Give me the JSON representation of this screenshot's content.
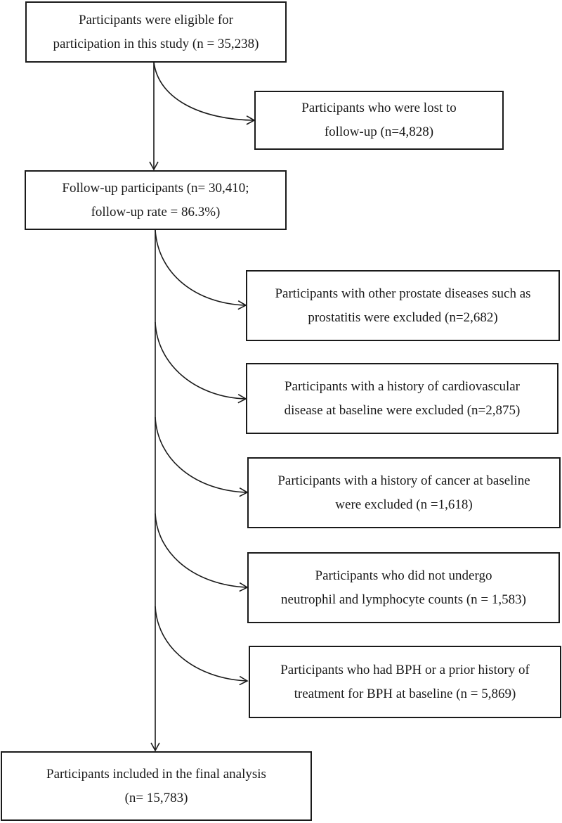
{
  "boxes": {
    "eligible": {
      "line1": "Participants were eligible for",
      "line2": "participation in this study (n = 35,238)"
    },
    "lost": {
      "line1": "Participants who were lost to",
      "line2": "follow-up (n=4,828)"
    },
    "followup": {
      "line1": "Follow-up participants (n= 30,410;",
      "line2": "follow-up rate = 86.3%)"
    },
    "prostate": {
      "line1": "Participants with other prostate diseases such as",
      "line2": "prostatitis were excluded (n=2,682)"
    },
    "cardio": {
      "line1": "Participants with a history of cardiovascular",
      "line2": "disease at baseline were excluded (n=2,875)"
    },
    "cancer": {
      "line1": "Participants with a history of cancer at baseline",
      "line2": "were excluded (n =1,618)"
    },
    "counts": {
      "line1": "Participants who did not undergo",
      "line2": "neutrophil and lymphocyte counts (n = 1,583)"
    },
    "bph": {
      "line1": "Participants who had BPH or a prior history of",
      "line2": "treatment for BPH at baseline (n = 5,869)"
    },
    "final": {
      "line1": "Participants included in the final analysis",
      "line2": "(n= 15,783)"
    }
  }
}
